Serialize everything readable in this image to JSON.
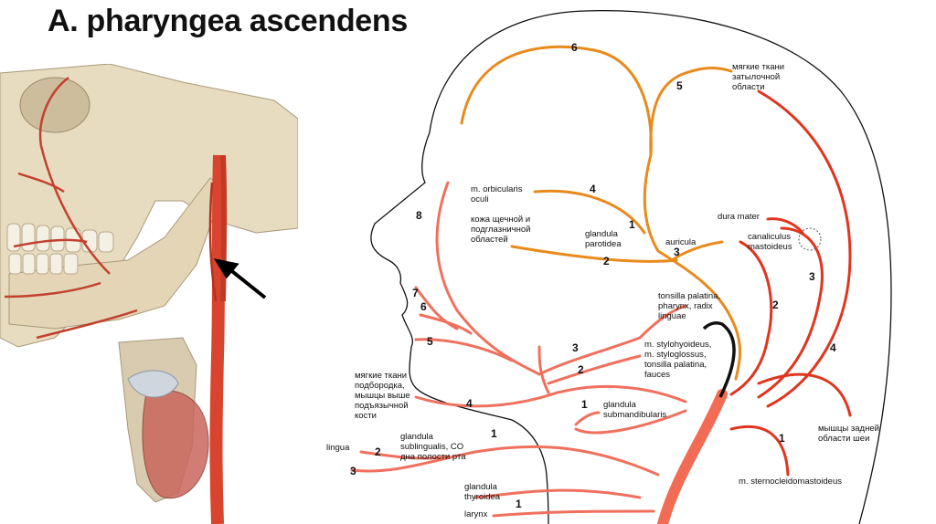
{
  "title": "A. pharyngea ascendens",
  "colors": {
    "orange_branch": "#e88a1c",
    "red_branch": "#e0351f",
    "pink_branch": "#f0705e",
    "artery_trunk": "#f26b55",
    "bone": "#e8dcc0"
  },
  "labels": {
    "soft_tissue_occipital": [
      "мягкие ткани",
      "затылочной",
      "области"
    ],
    "orbicularis_oculi": [
      "m. orbicularis",
      "oculi"
    ],
    "cheek_skin": [
      "кожа щечной и",
      "подглазничной",
      "областей"
    ],
    "parotid": [
      "glandula",
      "parotidea"
    ],
    "auricula": "auricula",
    "dura_mater": "dura mater",
    "canaliculus": [
      "canaliculus",
      "mastoideus"
    ],
    "tonsilla": [
      "tonsilla palatina,",
      "pharynx, radix",
      "linguae"
    ],
    "stylohyoid": [
      "m. stylohyoideus,",
      "m. styloglossus,",
      "tonsilla palatina,",
      "fauces"
    ],
    "submandibular": [
      "glandula",
      "submandibularis"
    ],
    "chin_soft": [
      "мягкие ткани",
      "подбородка,",
      "мышцы выше",
      "подъязычной",
      "кости"
    ],
    "sublingual": [
      "glandula",
      "sublingualis, CO",
      "дна полости рта"
    ],
    "lingua": "lingua",
    "thyroid": [
      "glandula",
      "thyroidea"
    ],
    "larynx": "larynx",
    "neck_back": [
      "мышцы задней",
      "области шеи"
    ],
    "scm": "m. sternocleidomastoideus"
  },
  "numbers": {
    "n6_top": "6",
    "n5_top": "5",
    "n4_oculi": "4",
    "n1_parotid": "1",
    "n3_auricula": "3",
    "n2_cheek": "2",
    "n8": "8",
    "n7": "7",
    "n6_face": "6",
    "n5_face": "5",
    "n4_chin": "4",
    "n3_tonsil": "3",
    "n2_stylo": "2",
    "n1_submand": "1",
    "n1_sublingual": "1",
    "n2_lingua": "2",
    "n3_lingua": "3",
    "n1_thyroid": "1",
    "n3_right": "3",
    "n2_right": "2",
    "n4_right": "4",
    "n1_right": "1"
  }
}
